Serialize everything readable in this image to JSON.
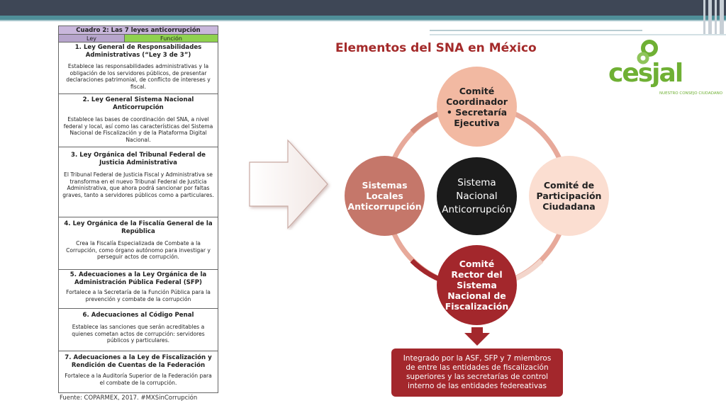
{
  "table": {
    "caption": "Cuadro 2: Las 7 leyes anticorrupción",
    "col_ley": "Ley",
    "col_funcion": "Función",
    "rows": [
      {
        "title": "1. Ley General de Responsabilidades Administrativas (“Ley 3 de 3”)",
        "desc": "Establece las responsabilidades administrativas y la obligación de los servidores públicos, de presentar declaraciones patrimonial, de conflicto de intereses y fiscal."
      },
      {
        "title": "2. Ley General Sistema Nacional Anticorrupción",
        "desc": "Establece las bases de coordinación del SNA, a nivel federal y local, así como las características del Sistema Nacional de Fiscalización y de la Plataforma Digital Nacional."
      },
      {
        "title": "3. Ley Orgánica del Tribunal Federal de Justicia Administrativa",
        "desc": "El Tribunal Federal de Justicia Fiscal y Administrativa se transforma en el nuevo Tribunal Federal de Justicia Administrativa, que ahora podrá sancionar por faltas graves, tanto a servidores públicos como a particulares."
      },
      {
        "title": "4. Ley Orgánica de la Fiscalía General de la República",
        "desc": "Crea la Fiscalía Especializada de Combate a la Corrupción, como órgano autónomo para investigar y perseguir actos de corrupción."
      },
      {
        "title": "5. Adecuaciones a la Ley Orgánica de la Administración Pública Federal (SFP)",
        "desc": "Fortalece a la Secretaría de la Función Pública para la prevención y combate de la corrupción"
      },
      {
        "title": "6. Adecuaciones al Código Penal",
        "desc": "Establece las sanciones que serán acreditables a quienes cometan actos de corrupción: servidores públicos y particulares."
      },
      {
        "title": "7. Adecuaciones a la Ley de Fiscalización y Rendición de Cuentas de la Federación",
        "desc": "Fortalece a la Auditoría Superior de la Federación para el combate de la corrupción."
      }
    ]
  },
  "source": "Fuente: COPARMEX, 2017. #MXSinCorrupción",
  "diagram": {
    "title": "Elementos del SNA en México",
    "center": "Sistema Nacional Anticorrupción",
    "top": "Comité Coordinador • Secretaría Ejecutiva",
    "left": "Sistemas Locales Anticorrupción",
    "right": "Comité de Participación Ciudadana",
    "bottom": "Comité Rector del Sistema Nacional de Fiscalización",
    "box": "Integrado por la ASF, SFP y 7 miembros de entre las entidades de fiscalización superiores y las secretarías de control interno de las entidades federeativas"
  },
  "logo": {
    "text": "cesjal",
    "subtitle": "NUESTRO CONSEJO CIUDADANO",
    "color": "#6fb034"
  },
  "colors": {
    "header": "#3e4756",
    "accent_teal": "#4f8f99",
    "title_red": "#a42a2a",
    "dark_red": "#a3272c"
  },
  "icons": {
    "arrow": "right-arrow-icon",
    "down_arrow": "down-arrow-icon",
    "logo_ring": "logo-ring-icon"
  }
}
